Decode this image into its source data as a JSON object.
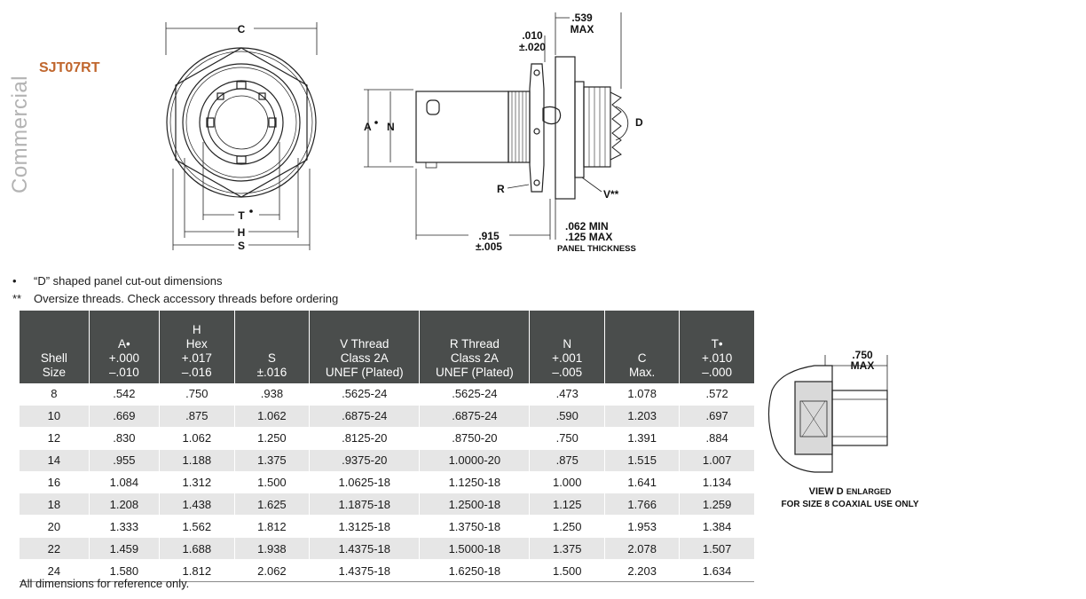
{
  "side_label": "Commercial",
  "part_number": "SJT07RT",
  "front_view": {
    "dim_c": "C",
    "dim_t": "T",
    "dim_h": "H",
    "dim_s": "S"
  },
  "side_view": {
    "dim_539": ".539",
    "dim_539_max": "MAX",
    "dim_010": ".010",
    "dim_010_tol": "±.020",
    "dim_a": "A",
    "dim_n": "N",
    "dim_d": "D",
    "dim_r": "R",
    "dim_v": "V**",
    "dim_915": ".915",
    "dim_915_tol": "±.005",
    "dim_062": ".062 MIN",
    "dim_125": ".125 MAX",
    "panel_thickness": "PANEL THICKNESS"
  },
  "view_d": {
    "dim_750": ".750",
    "dim_750_max": "MAX",
    "caption_main": "VIEW D",
    "caption_small": "ENLARGED",
    "caption_line2": "FOR SIZE 8 COAXIAL USE ONLY"
  },
  "notes": [
    {
      "mark": "•",
      "text": "“D” shaped panel cut-out dimensions"
    },
    {
      "mark": "**",
      "text": "Oversize threads. Check accessory threads before ordering"
    }
  ],
  "table": {
    "headers": [
      [
        "Shell",
        "Size"
      ],
      [
        "A•",
        "+.000",
        "–.010"
      ],
      [
        "H",
        "Hex",
        "+.017",
        "–.016"
      ],
      [
        "S",
        "±.016"
      ],
      [
        "V Thread",
        "Class 2A",
        "UNEF (Plated)"
      ],
      [
        "R Thread",
        "Class 2A",
        "UNEF (Plated)"
      ],
      [
        "N",
        "+.001",
        "–.005"
      ],
      [
        "C",
        "Max."
      ],
      [
        "T•",
        "+.010",
        "–.000"
      ]
    ],
    "rows": [
      [
        "8",
        ".542",
        ".750",
        ".938",
        ".5625-24",
        ".5625-24",
        ".473",
        "1.078",
        ".572"
      ],
      [
        "10",
        ".669",
        ".875",
        "1.062",
        ".6875-24",
        ".6875-24",
        ".590",
        "1.203",
        ".697"
      ],
      [
        "12",
        ".830",
        "1.062",
        "1.250",
        ".8125-20",
        ".8750-20",
        ".750",
        "1.391",
        ".884"
      ],
      [
        "14",
        ".955",
        "1.188",
        "1.375",
        ".9375-20",
        "1.0000-20",
        ".875",
        "1.515",
        "1.007"
      ],
      [
        "16",
        "1.084",
        "1.312",
        "1.500",
        "1.0625-18",
        "1.1250-18",
        "1.000",
        "1.641",
        "1.134"
      ],
      [
        "18",
        "1.208",
        "1.438",
        "1.625",
        "1.1875-18",
        "1.2500-18",
        "1.125",
        "1.766",
        "1.259"
      ],
      [
        "20",
        "1.333",
        "1.562",
        "1.812",
        "1.3125-18",
        "1.3750-18",
        "1.250",
        "1.953",
        "1.384"
      ],
      [
        "22",
        "1.459",
        "1.688",
        "1.938",
        "1.4375-18",
        "1.5000-18",
        "1.375",
        "2.078",
        "1.507"
      ],
      [
        "24",
        "1.580",
        "1.812",
        "2.062",
        "1.4375-18",
        "1.6250-18",
        "1.500",
        "2.203",
        "1.634"
      ]
    ]
  },
  "footnote": "All dimensions for reference only."
}
